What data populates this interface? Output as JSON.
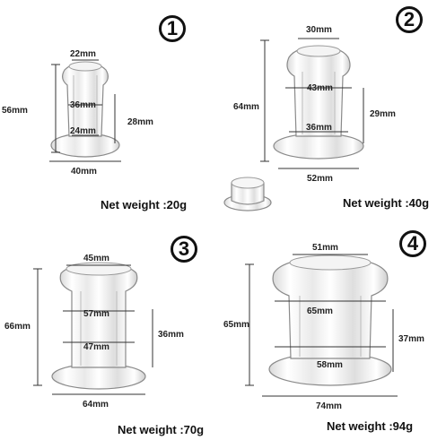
{
  "items": [
    {
      "number": "1",
      "labels": {
        "top": "22mm",
        "inner_top": "36mm",
        "inner_bottom": "24mm",
        "height": "56mm",
        "depth": "28mm",
        "base": "40mm"
      },
      "weight": "Net weight :20g"
    },
    {
      "number": "2",
      "labels": {
        "top": "30mm",
        "inner_top": "43mm",
        "inner_bottom": "36mm",
        "height": "64mm",
        "depth": "29mm",
        "base": "52mm"
      },
      "weight": "Net weight :40g"
    },
    {
      "number": "3",
      "labels": {
        "top": "45mm",
        "inner_top": "57mm",
        "inner_bottom": "47mm",
        "height": "66mm",
        "depth": "36mm",
        "base": "64mm"
      },
      "weight": "Net weight :70g"
    },
    {
      "number": "4",
      "labels": {
        "top": "51mm",
        "inner_top": "65mm",
        "inner_bottom": "58mm",
        "height": "65mm",
        "depth": "37mm",
        "base": "74mm"
      },
      "weight": "Net weight :94g"
    }
  ]
}
